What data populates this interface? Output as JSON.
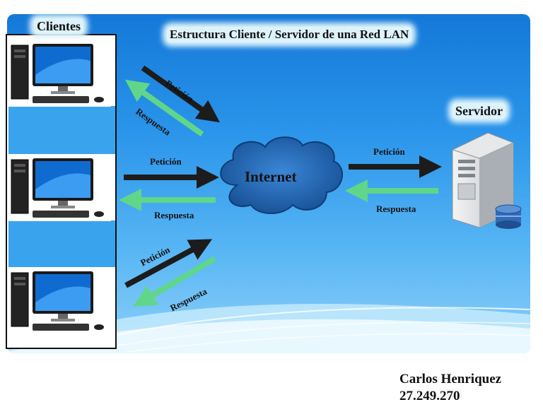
{
  "title": "Estructura  Cliente / Servidor de una Red LAN",
  "clients_label": "Clientes",
  "server_label": "Servidor",
  "internet_label": "Internet",
  "request_label": "Petición",
  "response_label": "Respuesta",
  "author": "Carlos Henriquez",
  "author_id": "27.249.270",
  "colors": {
    "request_arrow": "#1c1c1c",
    "response_arrow": "#5fd68a",
    "cloud": "#1e5ea8",
    "background": "#2a95ea"
  }
}
